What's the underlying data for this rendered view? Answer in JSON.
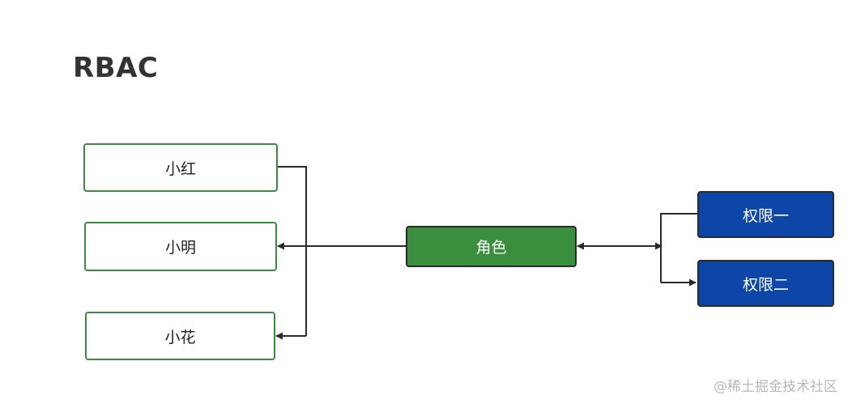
{
  "title": "RBAC",
  "users": [
    {
      "label": "小红"
    },
    {
      "label": "小明"
    },
    {
      "label": "小花"
    }
  ],
  "role": {
    "label": "角色"
  },
  "permissions": [
    {
      "label": "权限一"
    },
    {
      "label": "权限二"
    }
  ],
  "watermark": "@稀土掘金技术社区",
  "colors": {
    "user_border": "#3a8a3f",
    "role_fill": "#3a8f3e",
    "permission_fill": "#0e46a8",
    "edge": "#2a2a2a"
  }
}
